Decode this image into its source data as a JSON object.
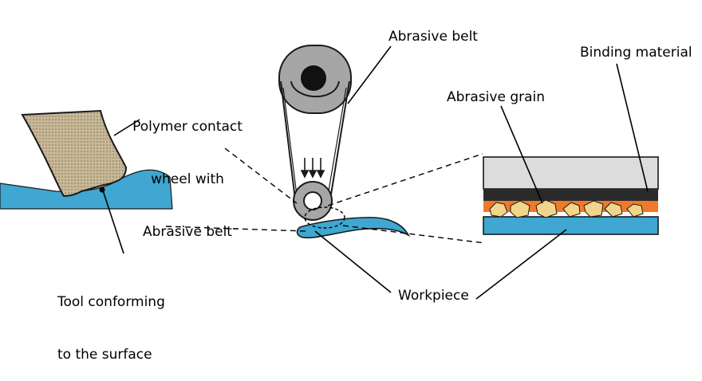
{
  "labels": {
    "abrasive_belt": "Abrasive belt",
    "binding_material": "Binding material",
    "polymer_line1": "Polymer contact",
    "polymer_line2": "wheel with",
    "polymer_line3": "Abrasive belt",
    "abrasive_grain": "Abrasive grain",
    "tool_line1": "Tool conforming",
    "tool_line2": "to the surface",
    "workpiece": "Workpiece"
  },
  "colors": {
    "workpiece_blue": "#3fa7d1",
    "grain_yellow": "#f2d58a",
    "binder_orange": "#f07a2a",
    "backing_dark": "#2a2a2a",
    "backing_light": "#dcdcdc",
    "wheel_gray": "#a9a9a9",
    "pad_tan": "#c8b99a"
  }
}
